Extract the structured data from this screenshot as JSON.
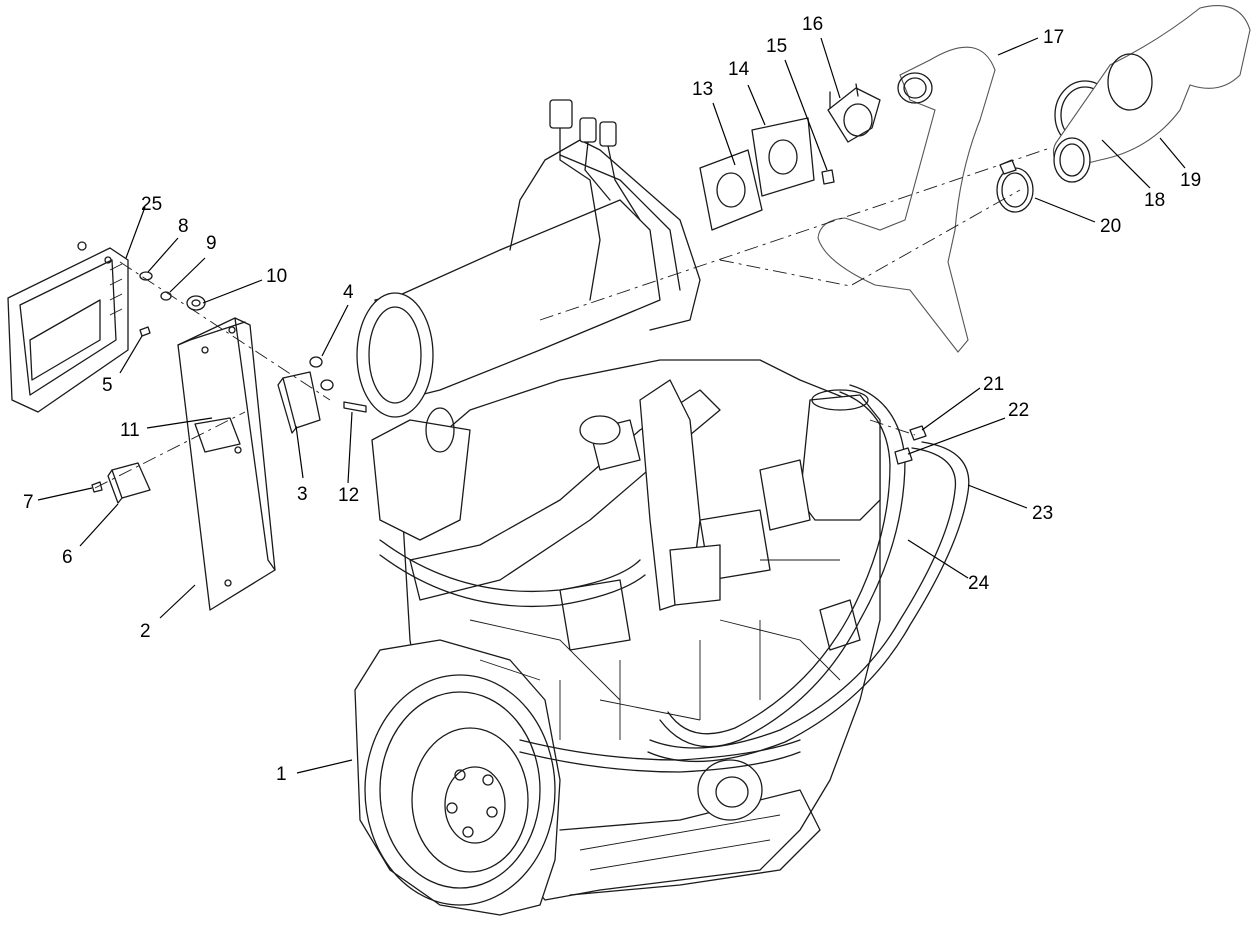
{
  "diagram": {
    "callouts": [
      {
        "label": "1"
      },
      {
        "label": "2"
      },
      {
        "label": "3"
      },
      {
        "label": "4"
      },
      {
        "label": "5"
      },
      {
        "label": "6"
      },
      {
        "label": "7"
      },
      {
        "label": "8"
      },
      {
        "label": "9"
      },
      {
        "label": "10"
      },
      {
        "label": "11"
      },
      {
        "label": "12"
      },
      {
        "label": "13"
      },
      {
        "label": "14"
      },
      {
        "label": "15"
      },
      {
        "label": "16"
      },
      {
        "label": "17"
      },
      {
        "label": "18"
      },
      {
        "label": "19"
      },
      {
        "label": "20"
      },
      {
        "label": "21"
      },
      {
        "label": "22"
      },
      {
        "label": "23"
      },
      {
        "label": "24"
      },
      {
        "label": "25"
      }
    ]
  }
}
